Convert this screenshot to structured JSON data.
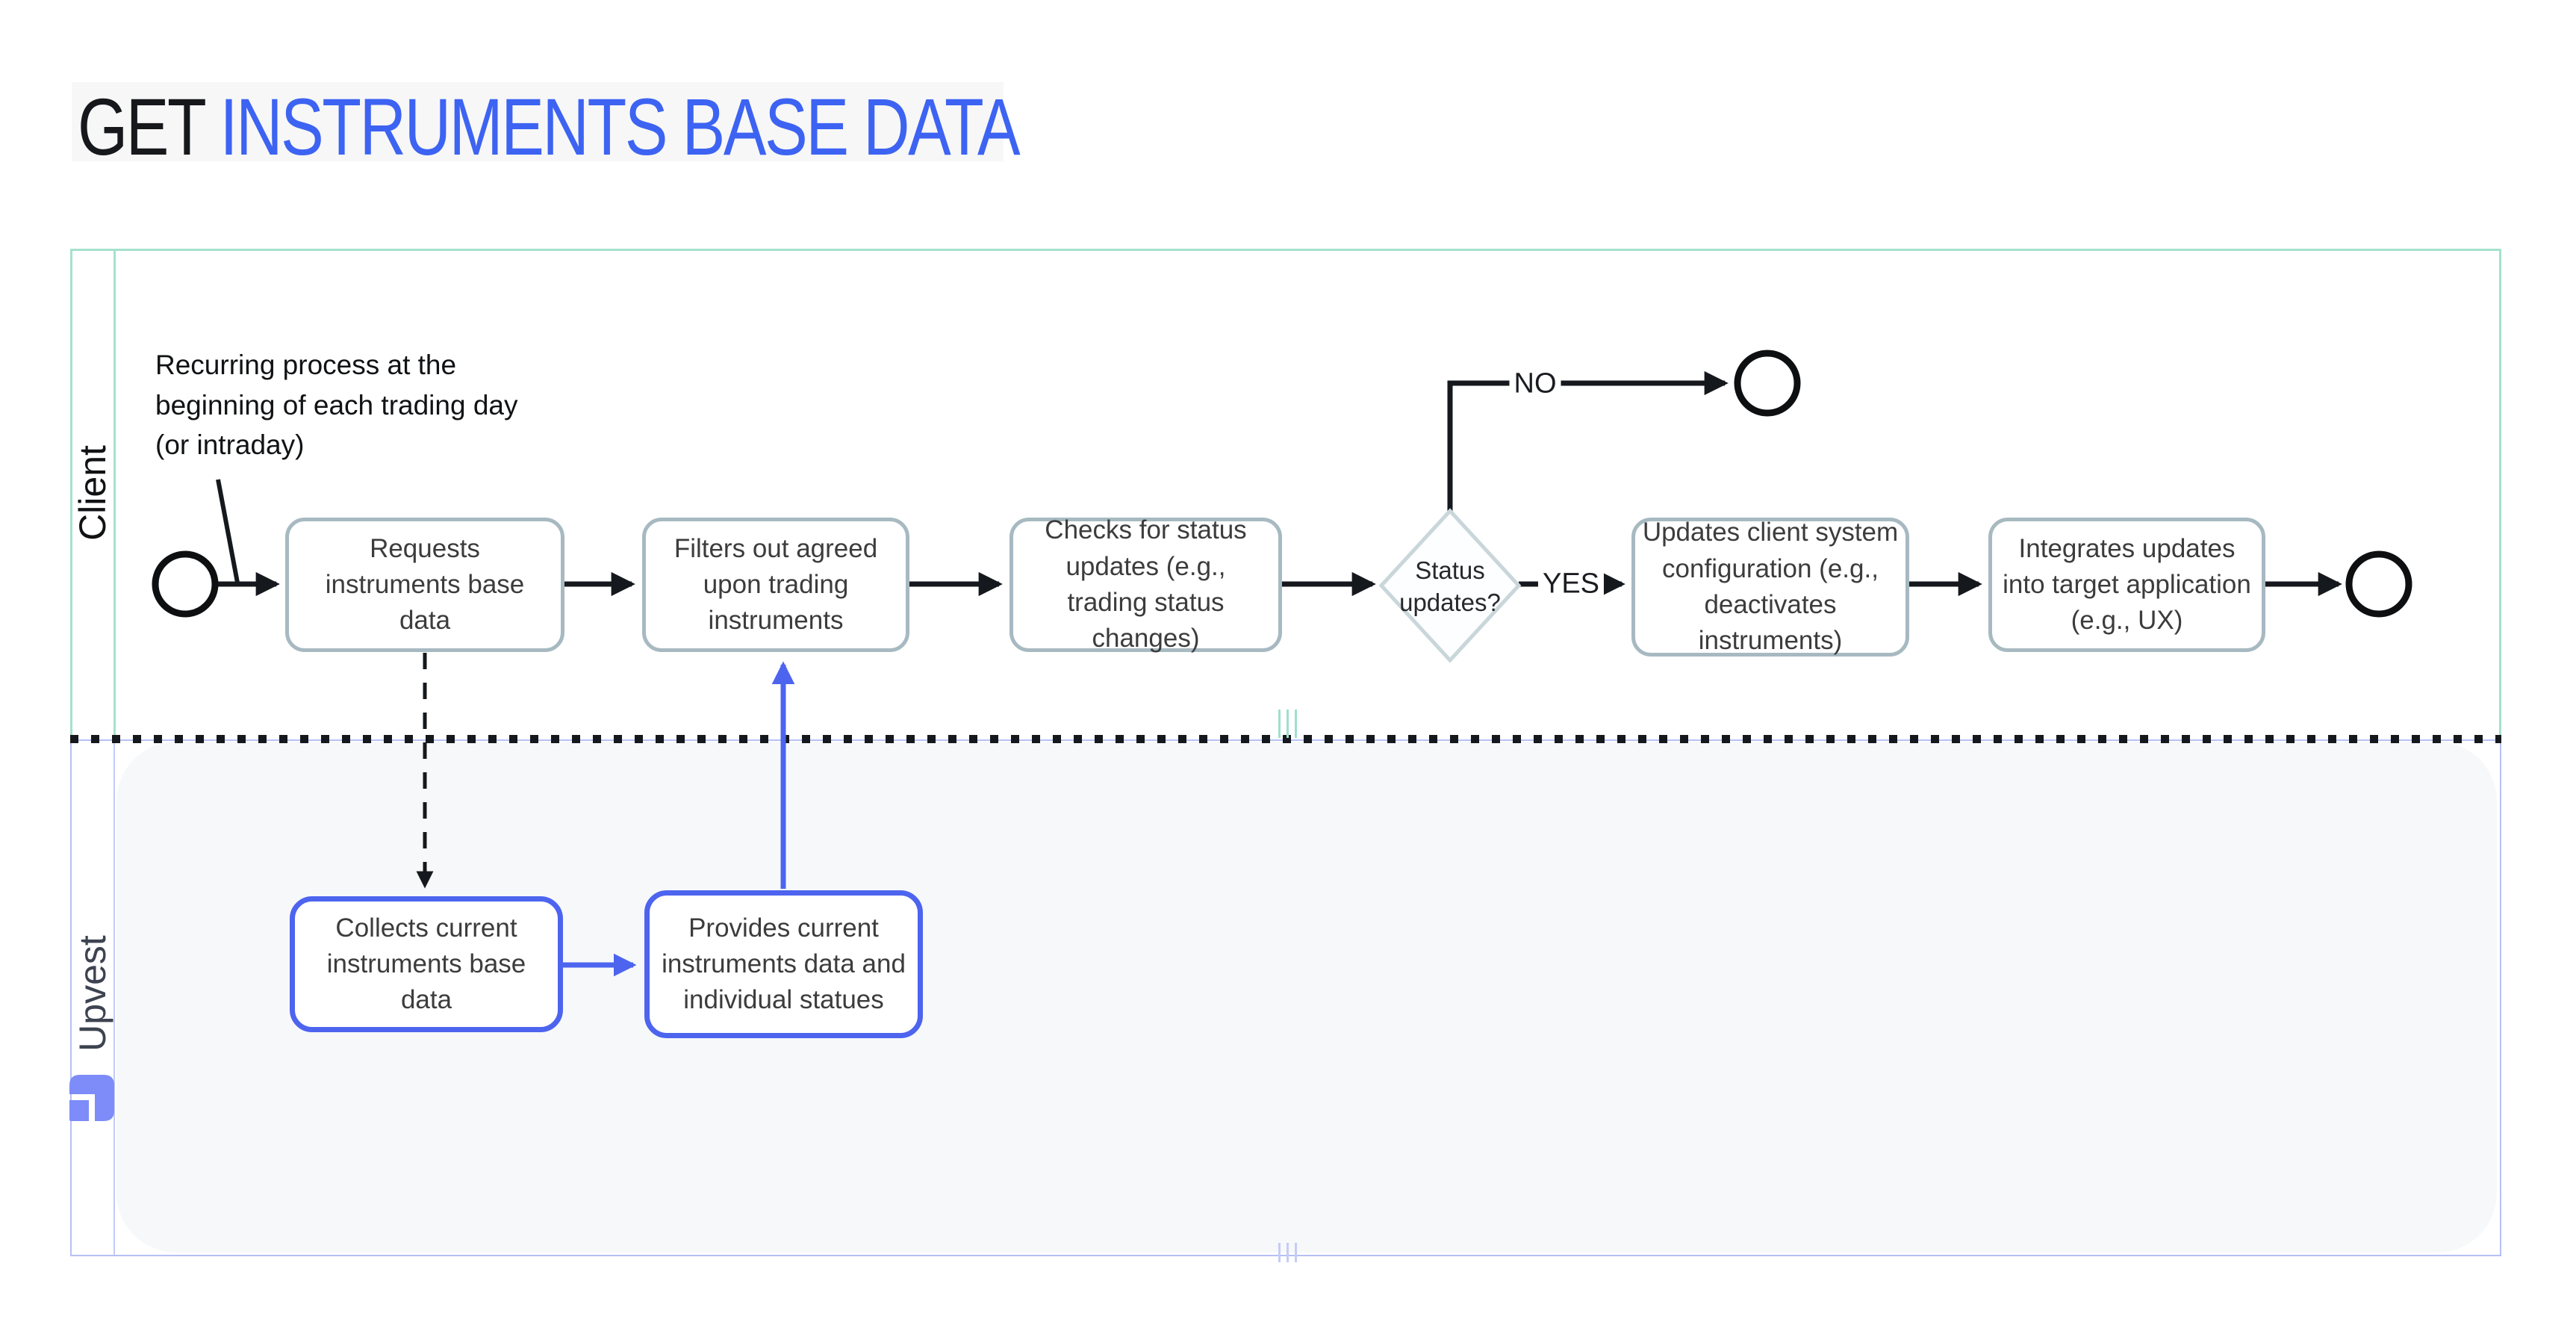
{
  "title": {
    "prefix": "GET",
    "main": "INSTRUMENTS BASE DATA"
  },
  "lanes": {
    "client": "Client",
    "upvest": "Upvest"
  },
  "annotation": "Recurring process at the beginning of each trading day (or intraday)",
  "client_flow": {
    "tasks": [
      {
        "label": "Requests instruments base data"
      },
      {
        "label": "Filters out agreed upon trading instruments"
      },
      {
        "label": "Checks for status updates (e.g., trading status changes)"
      },
      {
        "label": "Updates client system configuration (e.g., deactivates instruments)"
      },
      {
        "label": "Integrates updates into target application (e.g., UX)"
      }
    ],
    "gateway": {
      "label": "Status updates?"
    },
    "branch_labels": {
      "yes": "YES",
      "no": "NO"
    }
  },
  "upvest_flow": {
    "tasks": [
      {
        "label": "Collects current instruments base data"
      },
      {
        "label": "Provides current instruments data and individual statues"
      }
    ]
  },
  "colors": {
    "title_accent": "#3d63f2",
    "title_text": "#16181c",
    "title_bg": "#f7f7f7",
    "client_lane_border": "#a5e1ce",
    "upvest_lane_border": "#b6c0f5",
    "upvest_panel_bg": "#f6f8fa",
    "task_border": "#a7b9c1",
    "upvest_task_border": "#4d64ef",
    "gateway_border": "#c9d6da",
    "flow_arrow": "#15181c",
    "upvest_flow_arrow": "#4d64ef",
    "logo_blue": "#7d8cf8"
  }
}
